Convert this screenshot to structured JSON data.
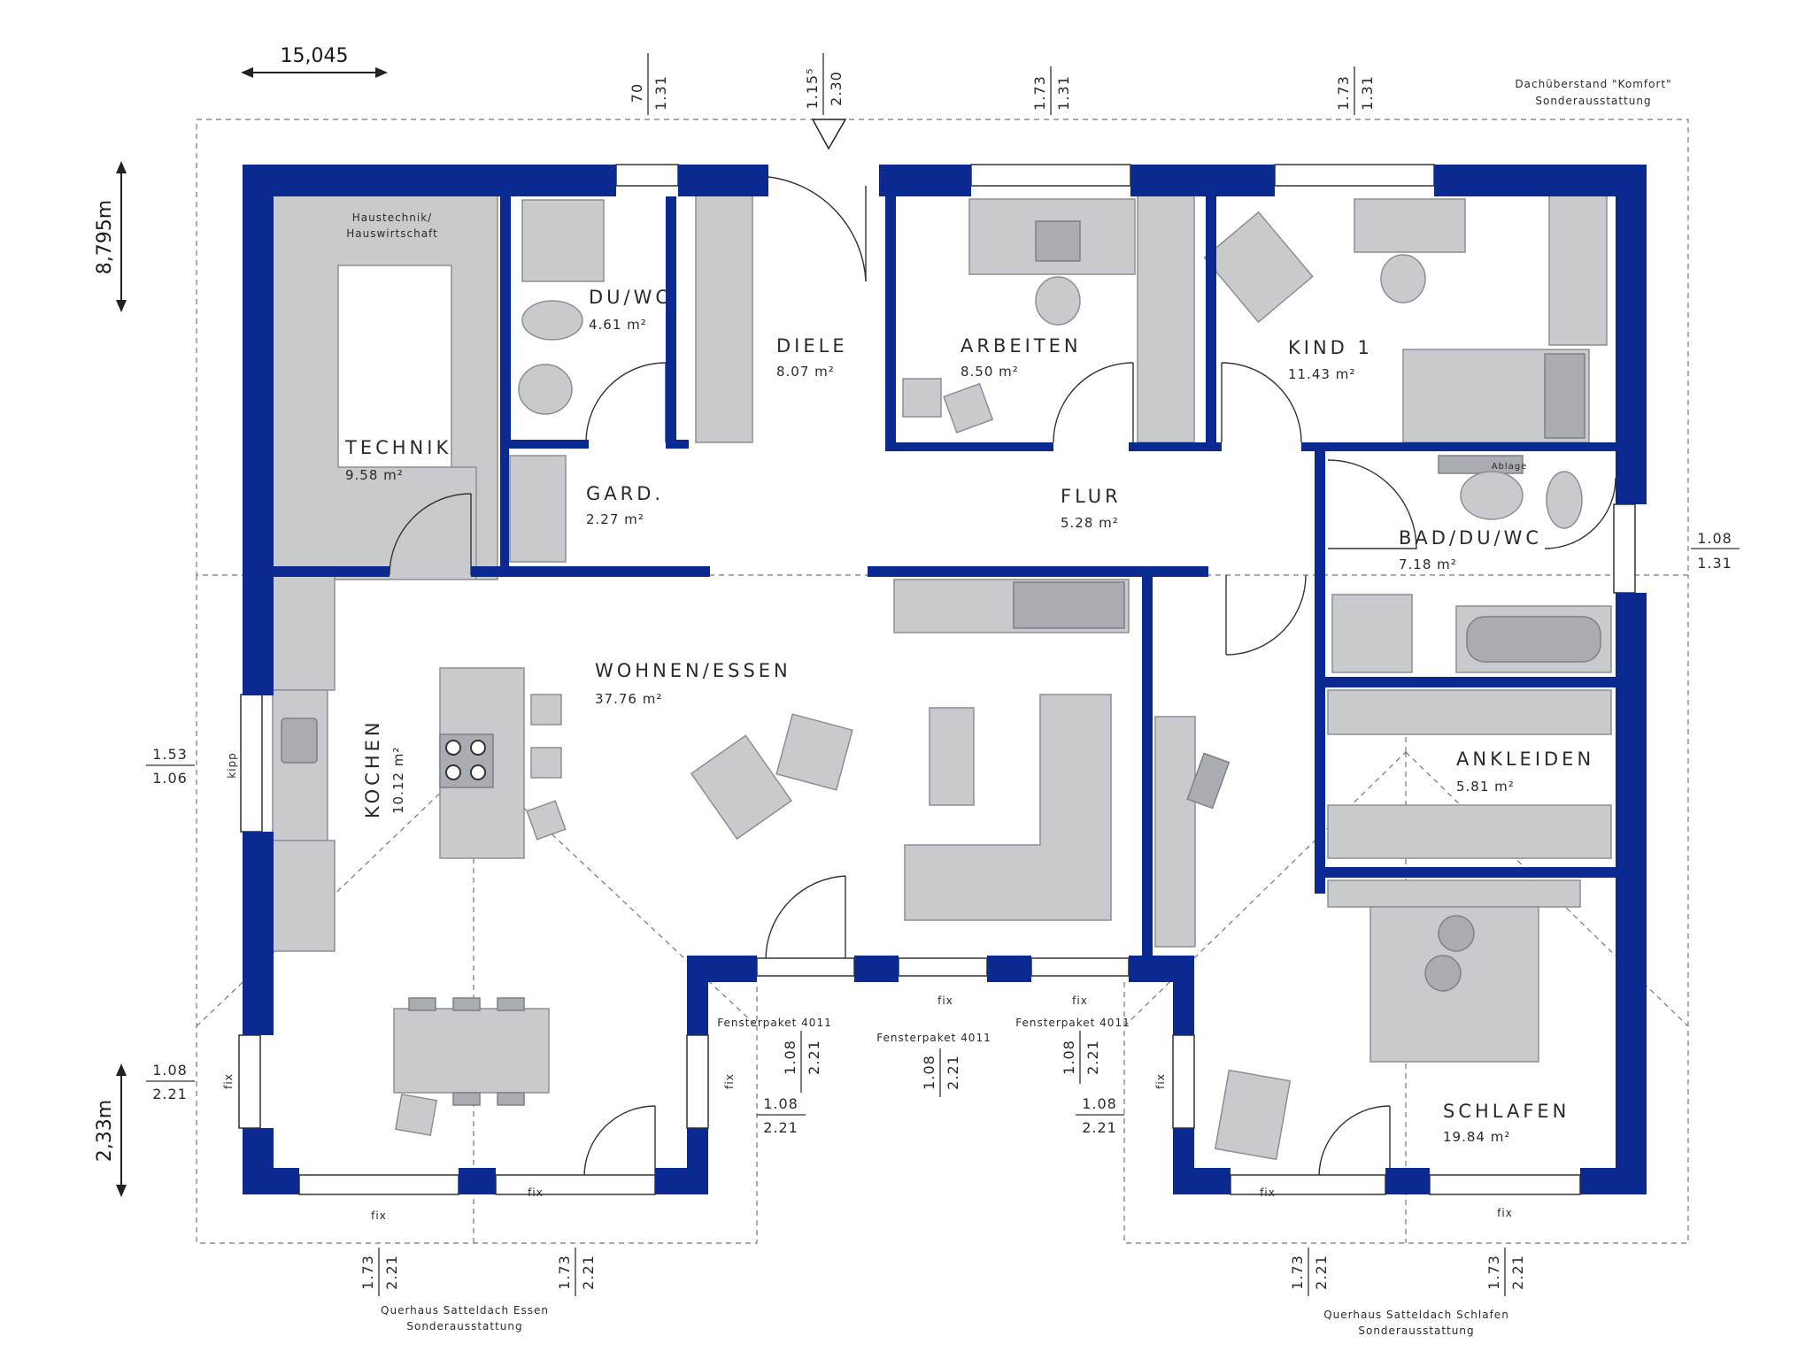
{
  "colors": {
    "wall": "#0a2a91",
    "furniture": "#c8cacd",
    "furniture_dark": "#a9acb1",
    "background": "#ffffff"
  },
  "rooms": [
    {
      "id": "technik",
      "name": "TECHNIK",
      "area": "9.58 m²"
    },
    {
      "id": "du-wc",
      "name": "DU/WC",
      "area": "4.61 m²"
    },
    {
      "id": "diele",
      "name": "DIELE",
      "area": "8.07 m²"
    },
    {
      "id": "arbeiten",
      "name": "ARBEITEN",
      "area": "8.50 m²"
    },
    {
      "id": "kind1",
      "name": "KIND 1",
      "area": "11.43 m²"
    },
    {
      "id": "gard",
      "name": "GARD.",
      "area": "2.27 m²"
    },
    {
      "id": "flur",
      "name": "FLUR",
      "area": "5.28 m²"
    },
    {
      "id": "bad",
      "name": "BAD/DU/WC",
      "area": "7.18 m²"
    },
    {
      "id": "wohnen",
      "name": "WOHNEN/ESSEN",
      "area": "37.76 m²"
    },
    {
      "id": "kochen",
      "name": "KOCHEN",
      "area": "10.12 m²"
    },
    {
      "id": "ankleiden",
      "name": "ANKLEIDEN",
      "area": "5.81 m²"
    },
    {
      "id": "schlafen",
      "name": "SCHLAFEN",
      "area": "19.84 m²"
    }
  ],
  "labels": {
    "haustechnik_line1": "Haustechnik/",
    "haustechnik_line2": "Hauswirtschaft",
    "ablage": "Ablage",
    "kipp": "kipp",
    "fix": "fix",
    "fensterpaket": "Fensterpaket 4011",
    "dach_line1": "Dachüberstand \"Komfort\"",
    "dach_line2": "Sonderausstattung",
    "querhaus_essen_line1": "Querhaus Satteldach Essen",
    "querhaus_essen_line2": "Sonderausstattung",
    "querhaus_schlafen_line1": "Querhaus Satteldach Schlafen",
    "querhaus_schlafen_line2": "Sonderausstattung"
  },
  "dimensions": {
    "width": "15,045",
    "depth": "8,795m",
    "bay_depth": "2,33m",
    "top": [
      {
        "a": "70",
        "b": "1.31"
      },
      {
        "a": "1.15⁵",
        "b": "2.30"
      },
      {
        "a": "1.73",
        "b": "1.31"
      },
      {
        "a": "1.73",
        "b": "1.31"
      }
    ],
    "right": {
      "a": "1.08",
      "b": "1.31"
    },
    "left_kitchen": {
      "a": "1.53",
      "b": "1.06"
    },
    "left_bay": {
      "a": "1.08",
      "b": "2.21"
    },
    "bay_side": {
      "a": "1.08",
      "b": "2.21"
    },
    "mid": {
      "a": "1.08",
      "b": "2.21"
    },
    "bottom": {
      "a": "1.73",
      "b": "2.21"
    }
  }
}
